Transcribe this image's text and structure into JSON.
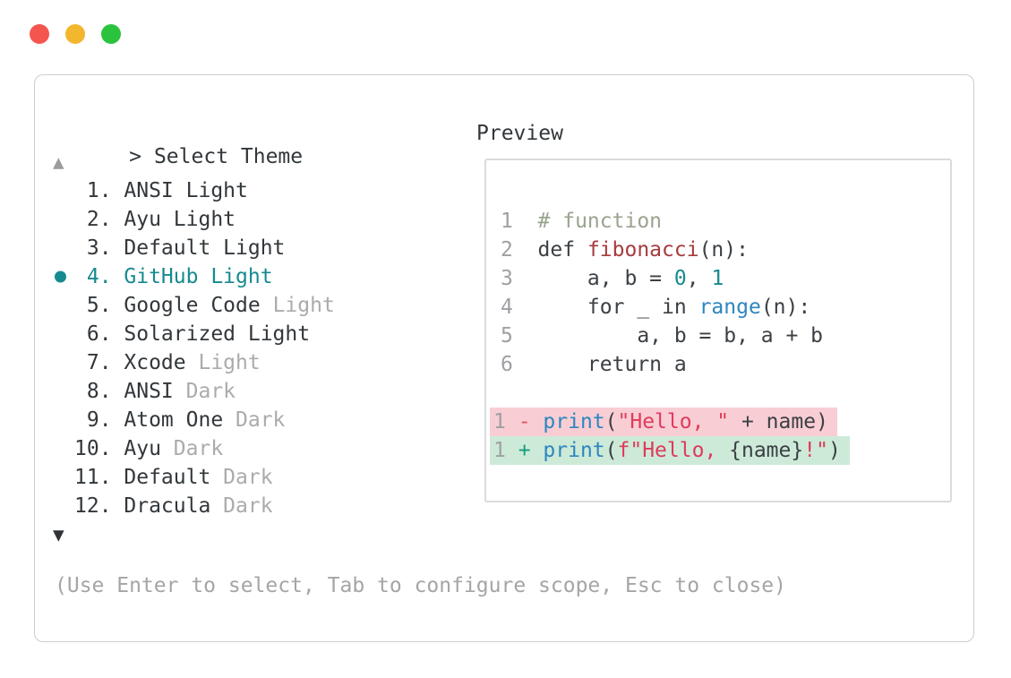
{
  "colors": {
    "accent_teal": "#178A90",
    "text_dark": "#32373B",
    "text_gray": "#ABABAB",
    "code_fg": "#3B4045",
    "line_number": "#9EA0A3",
    "comment": "#9AA38E",
    "function_red": "#A63B3E",
    "number_teal": "#178A8C",
    "call_blue": "#2E86C0",
    "string_pink": "#E03A5C",
    "diff_minus": "#E05568",
    "diff_plus": "#189B7E",
    "diff_removed_bg": "#F8CED4",
    "diff_added_bg": "#CDEAD8"
  },
  "window_controls": {
    "close_color": "#F4554E",
    "minimize_color": "#F3B72D",
    "zoom_color": "#2BC33E"
  },
  "theme_picker": {
    "prompt": ">",
    "title": "Select Theme",
    "scroll_up_icon": "▲",
    "scroll_down_icon": "▼",
    "footer": "(Use Enter to select, Tab to configure scope, Esc to close)",
    "items": [
      {
        "number": "1",
        "name": "ANSI Light",
        "variant": "",
        "selected": false
      },
      {
        "number": "2",
        "name": "Ayu Light",
        "variant": "",
        "selected": false
      },
      {
        "number": "3",
        "name": "Default Light",
        "variant": "",
        "selected": false
      },
      {
        "number": "4",
        "name": "GitHub Light",
        "variant": "",
        "selected": true
      },
      {
        "number": "5",
        "name": "Google Code",
        "variant": "Light",
        "selected": false
      },
      {
        "number": "6",
        "name": "Solarized Light",
        "variant": "",
        "selected": false
      },
      {
        "number": "7",
        "name": "Xcode",
        "variant": "Light",
        "selected": false
      },
      {
        "number": "8",
        "name": "ANSI",
        "variant": "Dark",
        "selected": false
      },
      {
        "number": "9",
        "name": "Atom One",
        "variant": "Dark",
        "selected": false
      },
      {
        "number": "10",
        "name": "Ayu",
        "variant": "Dark",
        "selected": false
      },
      {
        "number": "11",
        "name": "Default",
        "variant": "Dark",
        "selected": false
      },
      {
        "number": "12",
        "name": "Dracula",
        "variant": "Dark",
        "selected": false
      }
    ]
  },
  "preview": {
    "label": "Preview",
    "code_lines": [
      {
        "number": "1",
        "tokens": [
          [
            "# function",
            "comment"
          ]
        ]
      },
      {
        "number": "2",
        "tokens": [
          [
            "def ",
            "fg"
          ],
          [
            "fibonacci",
            "func"
          ],
          [
            "(n):",
            "fg"
          ]
        ]
      },
      {
        "number": "3",
        "tokens": [
          [
            "    a, b = ",
            "fg"
          ],
          [
            "0",
            "num"
          ],
          [
            ", ",
            "fg"
          ],
          [
            "1",
            "num"
          ]
        ]
      },
      {
        "number": "4",
        "tokens": [
          [
            "    for _ in ",
            "fg"
          ],
          [
            "range",
            "call"
          ],
          [
            "(n):",
            "fg"
          ]
        ]
      },
      {
        "number": "5",
        "tokens": [
          [
            "        a, b = b, a + b",
            "fg"
          ]
        ]
      },
      {
        "number": "6",
        "tokens": [
          [
            "    return a",
            "fg"
          ]
        ]
      }
    ],
    "diff_lines": [
      {
        "number": "1",
        "sign": "-",
        "type": "removed",
        "tokens": [
          [
            "print",
            "call"
          ],
          [
            "(",
            "fg"
          ],
          [
            "\"Hello, \"",
            "str"
          ],
          [
            " + name)",
            "fg"
          ]
        ]
      },
      {
        "number": "1",
        "sign": "+",
        "type": "added",
        "tokens": [
          [
            "print",
            "call"
          ],
          [
            "(",
            "fg"
          ],
          [
            "f\"Hello, ",
            "str"
          ],
          [
            "{name}",
            "fg"
          ],
          [
            "!\"",
            "str"
          ],
          [
            ")",
            "fg"
          ]
        ]
      }
    ]
  }
}
